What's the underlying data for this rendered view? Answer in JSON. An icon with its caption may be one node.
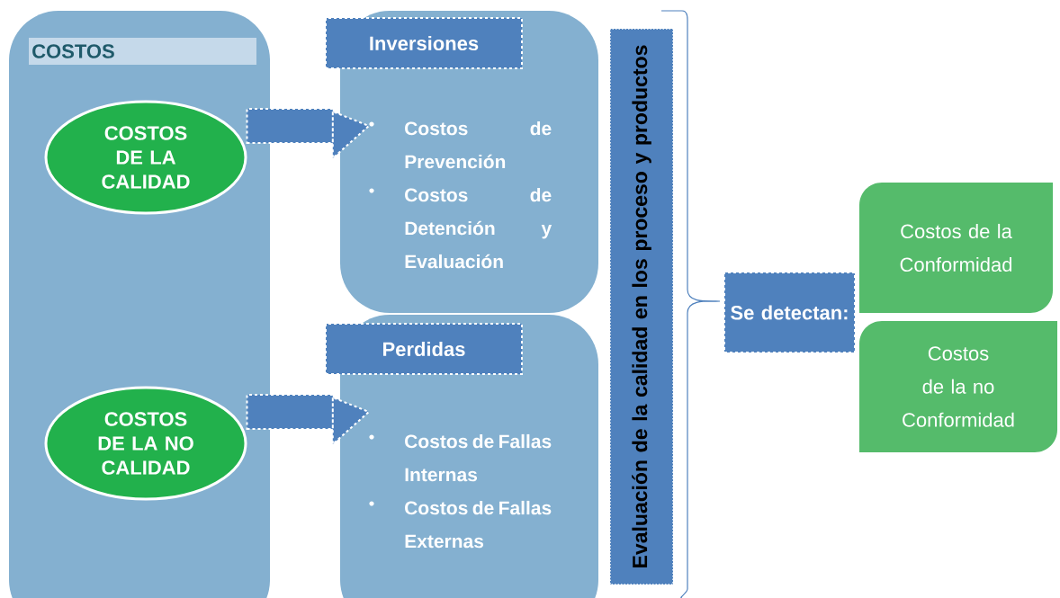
{
  "diagram": {
    "nodes": [
      {
        "text": [
          "COSTOS"
        ]
      },
      {
        "text": [
          "COSTOS DE LA CALIDAD"
        ],
        "in": 0
      },
      {
        "text": [
          "COSTOS DE LA NO CALIDAD"
        ],
        "in": 0
      },
      {
        "text": [
          "Costos de Prevención",
          "Costos de Detención y Evaluación"
        ]
      },
      {
        "text": [
          "Inversiones"
        ]
      },
      {
        "text": [
          "Costos de Fallas Internas",
          "Costos de Fallas Externas"
        ]
      },
      {
        "text": [
          "Perdidas"
        ]
      },
      {
        "text": [
          "Evaluación de la calidad en los proceso y productos"
        ]
      },
      {
        "text": [
          "Se detectan:"
        ]
      },
      {
        "text": [
          "Costos de la Conformidad"
        ]
      },
      {
        "text": [
          "Costos de la no Conformidad"
        ]
      }
    ],
    "edges": [
      {
        "from": 1,
        "to": 3,
        "arrow": "to"
      },
      {
        "from": 2,
        "to": 5,
        "arrow": "to"
      }
    ]
  }
}
